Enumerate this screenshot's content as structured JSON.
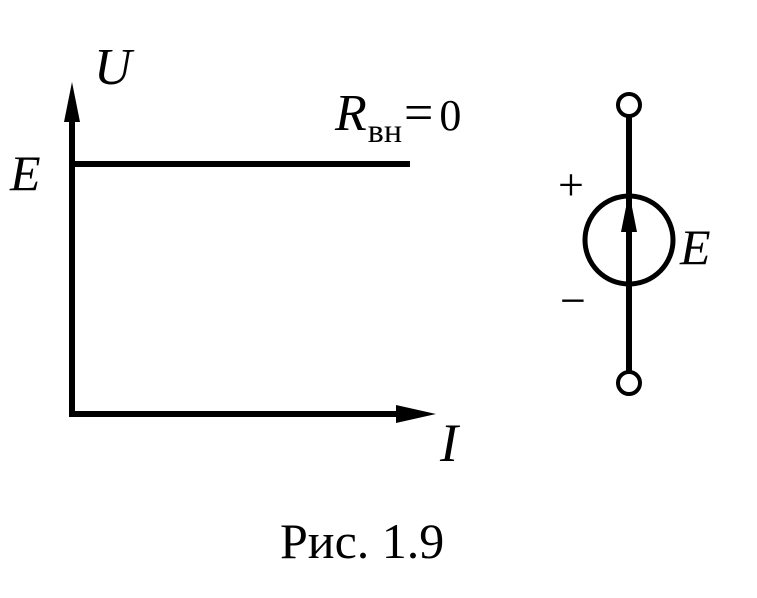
{
  "axes": {
    "y_label": "U",
    "x_label": "I",
    "y_level_label": "E"
  },
  "line_label": {
    "symbol": "R",
    "subscript": "вн",
    "equals": "=",
    "value": "0"
  },
  "source": {
    "plus": "+",
    "minus": "−",
    "label": "E"
  },
  "caption": "Рис. 1.9",
  "colors": {
    "ink": "#000000",
    "background": "#ffffff"
  }
}
